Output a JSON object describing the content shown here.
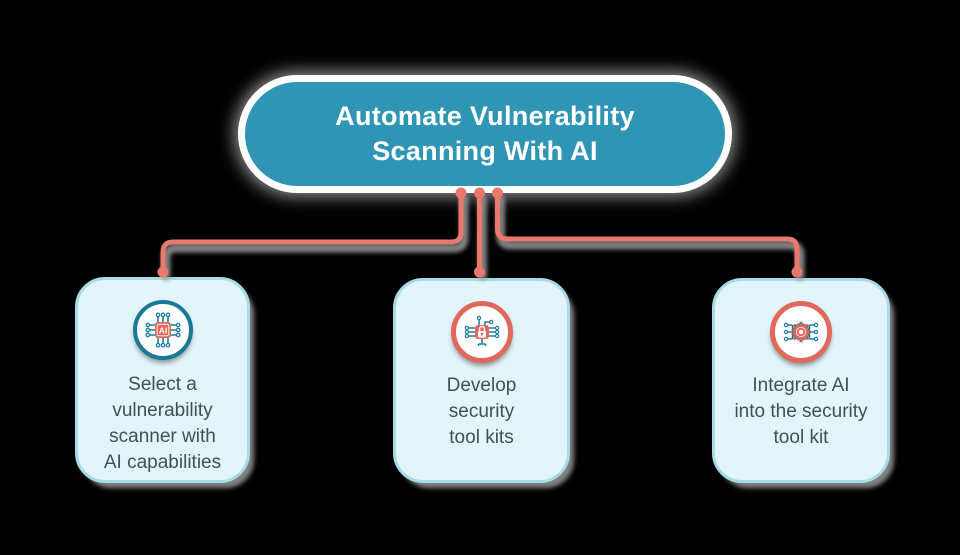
{
  "diagram": {
    "title": {
      "line1": "Automate Vulnerability",
      "line2": "Scanning With AI"
    },
    "nodes": [
      {
        "id": "select-scanner",
        "icon": "ai-chip-icon",
        "lines": [
          "Select a",
          "vulnerability",
          "scanner with",
          "AI capabilities"
        ]
      },
      {
        "id": "develop-toolkits",
        "icon": "security-lock-circuit-icon",
        "lines": [
          "Develop",
          "security",
          "tool kits"
        ]
      },
      {
        "id": "integrate-ai",
        "icon": "gear-circuit-icon",
        "lines": [
          "Integrate AI",
          "into the security",
          "tool kit"
        ]
      }
    ],
    "edges": [
      {
        "from": "root",
        "to": "select-scanner"
      },
      {
        "from": "root",
        "to": "develop-toolkits"
      },
      {
        "from": "root",
        "to": "integrate-ai"
      }
    ],
    "colors": {
      "background": "#000000",
      "pill_fill": "#2e96b4",
      "pill_text": "#ffffff",
      "pill_glow": "#ffffff",
      "node_fill": "#e1f5fa",
      "node_border": "#a7dbe8",
      "node_text": "#424f59",
      "connector": "#e8796c",
      "connector_shadow": "#979797",
      "icon_teal": "#1a7f9e",
      "icon_salmon": "#e4695c"
    }
  }
}
